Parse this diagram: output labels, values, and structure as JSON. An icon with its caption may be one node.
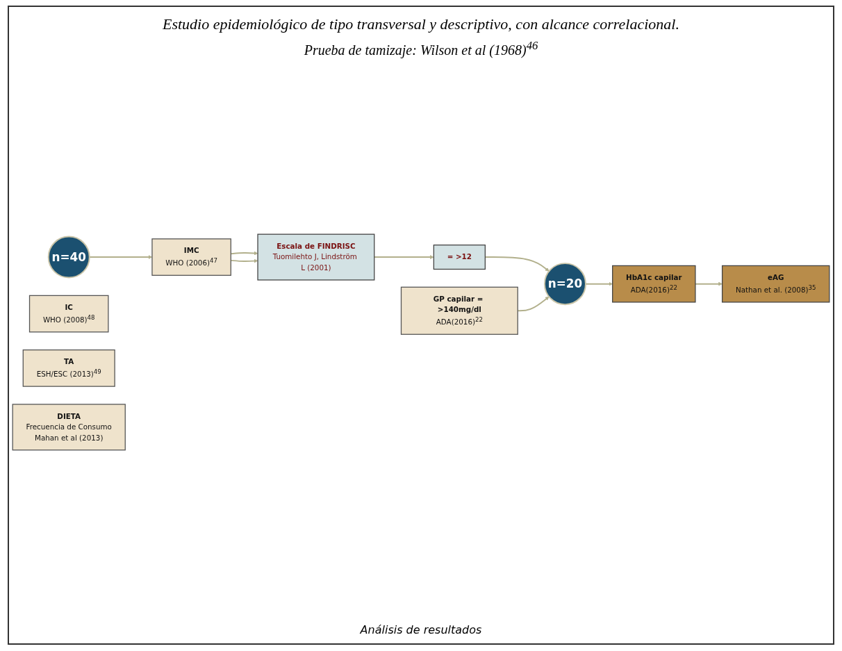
{
  "diagram": {
    "title": "Estudio epidemiológico de tipo transversal y descriptivo, con alcance correlacional.",
    "nodes": [
      {
        "text": [
          "n=40"
        ]
      },
      {
        "text": [
          "IMC",
          "WHO (2006)$^{47}$"
        ]
      },
      {
        "text": [
          "IC",
          "WHO (2008)$^{48}$"
        ]
      },
      {
        "text": [
          "Escala de FINDRISC",
          "Tuomilehto J, Lindström L (2001)"
        ]
      },
      {
        "text": [
          "TA",
          "ESH/ESC (2013)$^{49}$"
        ]
      },
      {
        "text": [
          "GP capilar = >140mg/dl",
          "ADA(2016)$^{22}$"
        ]
      },
      {
        "text": [
          "DIETA",
          "Frecuencia de Consumo",
          "Mahan et al (2013)"
        ]
      },
      {
        "text": [
          "= >12"
        ]
      },
      {
        "text": [
          "n=20"
        ]
      },
      {
        "text": [
          "HbA1c capilar",
          "ADA(2016)$^{22}$"
        ]
      },
      {
        "text": [
          "eAG",
          "Nathan et al. (2008)$^{35}$"
        ]
      }
    ],
    "edges": [
      {
        "from": 0,
        "to": 1,
        "arrow": "to"
      },
      {
        "from": 1,
        "to": 3,
        "arrow": "to"
      },
      {
        "from": 1,
        "to": 3,
        "arrow": "to"
      },
      {
        "from": 3,
        "to": 7,
        "arrow": "to"
      },
      {
        "from": 7,
        "to": 8,
        "arrow": "to"
      },
      {
        "from": 5,
        "to": 8,
        "arrow": "to"
      },
      {
        "from": 8,
        "to": 9,
        "arrow": "to"
      },
      {
        "from": 9,
        "to": 10,
        "arrow": "to"
      }
    ],
    "labels": [
      "Prueba de tamizaje: Wilson et al (1968)$^{46}$",
      "Análisis de resultados"
    ]
  }
}
